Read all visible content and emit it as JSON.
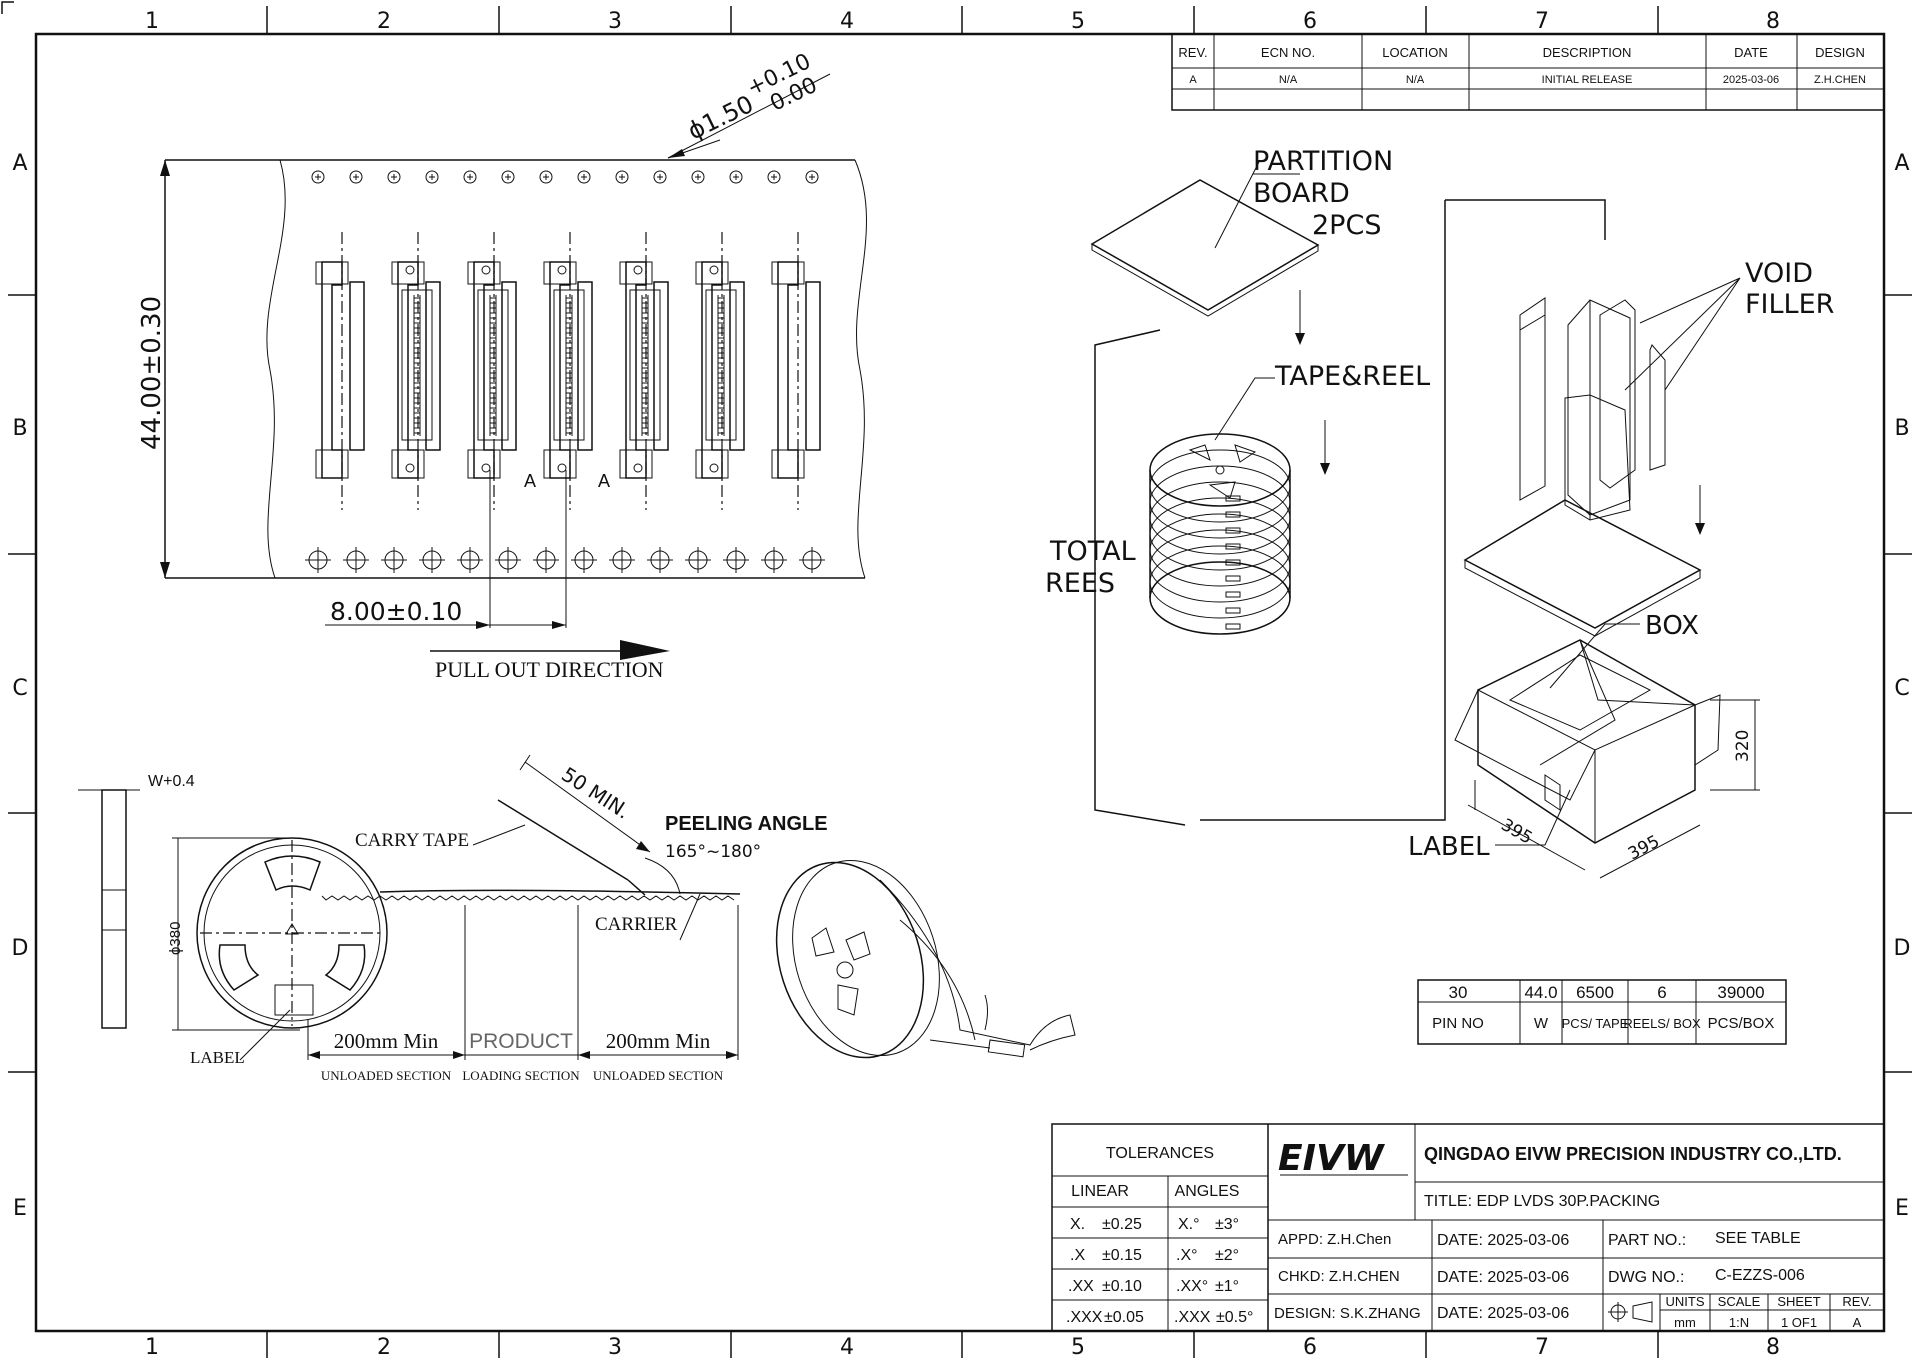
{
  "frame": {
    "cols": [
      "1",
      "2",
      "3",
      "4",
      "5",
      "6",
      "7",
      "8"
    ],
    "rows": [
      "A",
      "B",
      "C",
      "D",
      "E"
    ]
  },
  "revision": {
    "headers": [
      "REV.",
      "ECN NO.",
      "LOCATION",
      "DESCRIPTION",
      "DATE",
      "DESIGN"
    ],
    "row": [
      "A",
      "N/A",
      "N/A",
      "INITIAL RELEASE",
      "2025-03-06",
      "Z.H.CHEN"
    ]
  },
  "tape": {
    "hole_dim_main": "ϕ1.50",
    "hole_tol_plus": "+0.10",
    "hole_tol_minus": "0.00",
    "height_dim": "44.00±0.30",
    "pitch_dim": "8.00±0.10",
    "pull_out": "PULL OUT DIRECTION",
    "section_mark": "A"
  },
  "reel": {
    "width_label": "W+0.4",
    "diameter_label": "ϕ380",
    "carry_tape": "CARRY TAPE",
    "fifty_min": "50 MIN.",
    "peeling_angle": "PEELING ANGLE",
    "peeling_range": "165°~180°",
    "carrier": "CARRIER",
    "label": "LABEL",
    "sec1_len": "200mm Min",
    "sec1_name": "UNLOADED SECTION",
    "sec2_len": "PRODUCT",
    "sec2_name": "LOADING SECTION",
    "sec3_len": "200mm Min",
    "sec3_name": "UNLOADED SECTION"
  },
  "packing": {
    "partition_1": "PARTITION",
    "partition_2": "BOARD",
    "partition_3": "2PCS",
    "tape_reel": "TAPE&REEL",
    "total_1": "TOTAL",
    "total_2": "REES",
    "void_1": "VOID",
    "void_2": "FILLER",
    "box": "BOX",
    "box_label": "LABEL",
    "dim_h": "320",
    "dim_w1": "395",
    "dim_w2": "395"
  },
  "qty_table": {
    "values": [
      "30",
      "44.0",
      "6500",
      "6",
      "39000"
    ],
    "headers": [
      "PIN NO",
      "W",
      "PCS/ TAPE",
      "REELS/ BOX",
      "PCS/BOX"
    ]
  },
  "title_block": {
    "tolerances": "TOLERANCES",
    "linear": "LINEAR",
    "angles": "ANGLES",
    "lin_rows": [
      [
        "X.",
        "±0.25"
      ],
      [
        ".X",
        "±0.15"
      ],
      [
        ".XX",
        "±0.10"
      ],
      [
        ".XXX",
        "±0.05"
      ]
    ],
    "ang_rows": [
      [
        "X.°",
        "±3°"
      ],
      [
        ".X°",
        "±2°"
      ],
      [
        ".XX°",
        "±1°"
      ],
      [
        ".XXX",
        "±0.5°"
      ]
    ],
    "logo": "EIVW",
    "company": "QINGDAO EIVW PRECISION INDUSTRY CO.,LTD.",
    "title": "TITLE: EDP LVDS 30P.PACKING",
    "appd": "APPD: Z.H.Chen",
    "chkd": "CHKD:  Z.H.CHEN",
    "design": "DESIGN: S.K.ZHANG",
    "date1": "DATE: 2025-03-06",
    "date2": "DATE: 2025-03-06",
    "date3": "DATE: 2025-03-06",
    "part_no_label": "PART NO.:",
    "part_no": "SEE  TABLE",
    "dwg_no_label": "DWG NO.:",
    "dwg_no": "C-EZZS-006",
    "units_h": "UNITS",
    "units": "mm",
    "scale_h": "SCALE",
    "scale": "1:N",
    "sheet_h": "SHEET",
    "sheet": "1 OF1",
    "rev_h": "REV.",
    "rev": "A"
  }
}
